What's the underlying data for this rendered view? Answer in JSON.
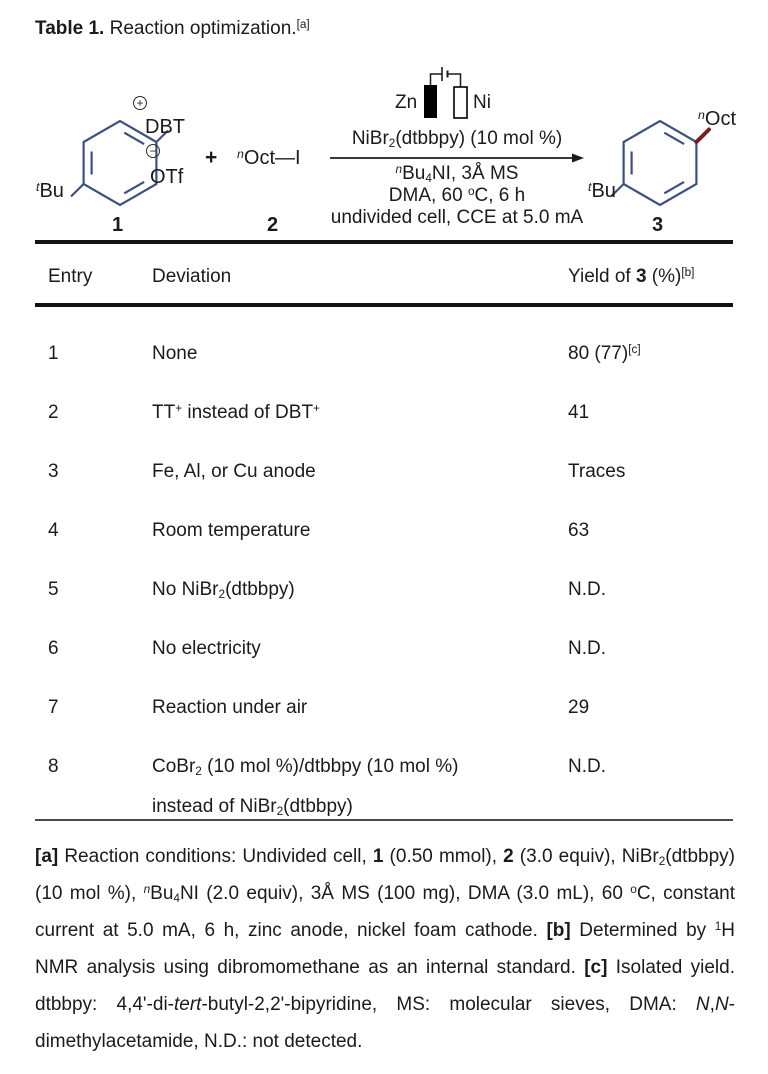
{
  "colors": {
    "ring_blue": "#3c5080",
    "bond_maroon": "#7b1d1d",
    "rule_dark": "#121212",
    "rule_light": "#4a4a4a"
  },
  "title": {
    "segments": [
      {
        "t": "Table 1.",
        "b": true
      },
      {
        "t": " Reaction optimization."
      },
      {
        "t": "[a]",
        "sup": true
      }
    ]
  },
  "scheme": {
    "reactant1": {
      "charge_plus": "+",
      "dbt_label": "DBT",
      "charge_minus": "−",
      "otf_label": "OTf",
      "tbu_label": [
        {
          "t": "t",
          "i": true,
          "sup": true
        },
        {
          "t": "Bu"
        }
      ],
      "number": "1"
    },
    "plus_sign": "+",
    "reactant2": {
      "label": [
        {
          "t": "n",
          "i": true,
          "sup": true
        },
        {
          "t": "Oct"
        },
        {
          "t": "—I"
        }
      ],
      "number": "2"
    },
    "electrochemical_cell": {
      "anode_label": "Zn",
      "cathode_label": "Ni"
    },
    "catalyst_line": [
      {
        "t": "NiBr"
      },
      {
        "t": "2",
        "sub": true
      },
      {
        "t": "(dtbbpy) (10 mol %)"
      }
    ],
    "below_arrow": {
      "line1": [
        {
          "t": "n",
          "i": true,
          "sup": true
        },
        {
          "t": "Bu"
        },
        {
          "t": "4",
          "sub": true
        },
        {
          "t": "NI, 3Å MS"
        }
      ],
      "line2": [
        {
          "t": "DMA, 60 "
        },
        {
          "t": "o",
          "sup": true
        },
        {
          "t": "C, 6 h"
        }
      ],
      "line3": [
        {
          "t": "undivided cell, CCE at 5.0 mA"
        }
      ]
    },
    "product": {
      "oct_label": [
        {
          "t": "n",
          "i": true,
          "sup": true
        },
        {
          "t": "Oct"
        }
      ],
      "tbu_label": [
        {
          "t": "t",
          "i": true,
          "sup": true
        },
        {
          "t": "Bu"
        }
      ],
      "number": "3"
    }
  },
  "table": {
    "headers": {
      "entry": "Entry",
      "deviation": "Deviation",
      "yield": [
        {
          "t": "Yield of "
        },
        {
          "t": "3",
          "b": true
        },
        {
          "t": " (%)"
        },
        {
          "t": "[b]",
          "sup": true
        }
      ]
    },
    "rows": [
      {
        "entry": "1",
        "deviation": [
          {
            "t": "None"
          }
        ],
        "yield": [
          {
            "t": "80 (77)"
          },
          {
            "t": "[c]",
            "sup": true
          }
        ]
      },
      {
        "entry": "2",
        "deviation": [
          {
            "t": "TT"
          },
          {
            "t": "+",
            "sup": true
          },
          {
            "t": " instead of DBT"
          },
          {
            "t": "+",
            "sup": true
          }
        ],
        "yield": [
          {
            "t": "41"
          }
        ]
      },
      {
        "entry": "3",
        "deviation": [
          {
            "t": "Fe, Al, or Cu anode"
          }
        ],
        "yield": [
          {
            "t": "Traces"
          }
        ]
      },
      {
        "entry": "4",
        "deviation": [
          {
            "t": "Room temperature"
          }
        ],
        "yield": [
          {
            "t": "63"
          }
        ]
      },
      {
        "entry": "5",
        "deviation": [
          {
            "t": "No NiBr"
          },
          {
            "t": "2",
            "sub": true
          },
          {
            "t": "(dtbbpy)"
          }
        ],
        "yield": [
          {
            "t": "N.D."
          }
        ]
      },
      {
        "entry": "6",
        "deviation": [
          {
            "t": "No electricity"
          }
        ],
        "yield": [
          {
            "t": "N.D."
          }
        ]
      },
      {
        "entry": "7",
        "deviation": [
          {
            "t": "Reaction under air"
          }
        ],
        "yield": [
          {
            "t": "29"
          }
        ]
      },
      {
        "entry": "8",
        "deviation": [
          {
            "t": "CoBr"
          },
          {
            "t": "2",
            "sub": true
          },
          {
            "t": " (10 mol %)/dtbbpy (10 mol %)"
          },
          {
            "br": true
          },
          {
            "t": "instead of NiBr"
          },
          {
            "t": "2",
            "sub": true
          },
          {
            "t": "(dtbbpy)"
          }
        ],
        "yield": [
          {
            "t": "N.D."
          }
        ]
      }
    ]
  },
  "footnote": {
    "segments": [
      {
        "t": "[a]",
        "b": true
      },
      {
        "t": " Reaction conditions: Undivided cell, "
      },
      {
        "t": "1",
        "b": true
      },
      {
        "t": " (0.50 mmol), "
      },
      {
        "t": "2",
        "b": true
      },
      {
        "t": " (3.0 equiv), NiBr"
      },
      {
        "t": "2",
        "sub": true
      },
      {
        "t": "(dtbbpy) (10 mol %), "
      },
      {
        "t": "n",
        "i": true,
        "sup": true
      },
      {
        "t": "Bu"
      },
      {
        "t": "4",
        "sub": true
      },
      {
        "t": "NI (2.0 equiv), 3Å MS (100 mg), DMA (3.0 mL), 60 "
      },
      {
        "t": "o",
        "sup": true
      },
      {
        "t": "C, constant current at 5.0 mA, 6 h, zinc anode, nickel foam cathode. "
      },
      {
        "t": "[b]",
        "b": true
      },
      {
        "t": " Determined by "
      },
      {
        "t": "1",
        "sup": true
      },
      {
        "t": "H NMR analysis using dibromomethane as an internal standard. "
      },
      {
        "t": "[c]",
        "b": true
      },
      {
        "t": " Isolated yield. dtbbpy: 4,4'-di-"
      },
      {
        "t": "tert",
        "i": true
      },
      {
        "t": "-butyl-2,2'-bipyridine, MS: molecular sieves, DMA: "
      },
      {
        "t": "N",
        "i": true
      },
      {
        "t": ","
      },
      {
        "t": "N",
        "i": true
      },
      {
        "t": "-dimethylacetamide, N.D.: not detected."
      }
    ]
  }
}
